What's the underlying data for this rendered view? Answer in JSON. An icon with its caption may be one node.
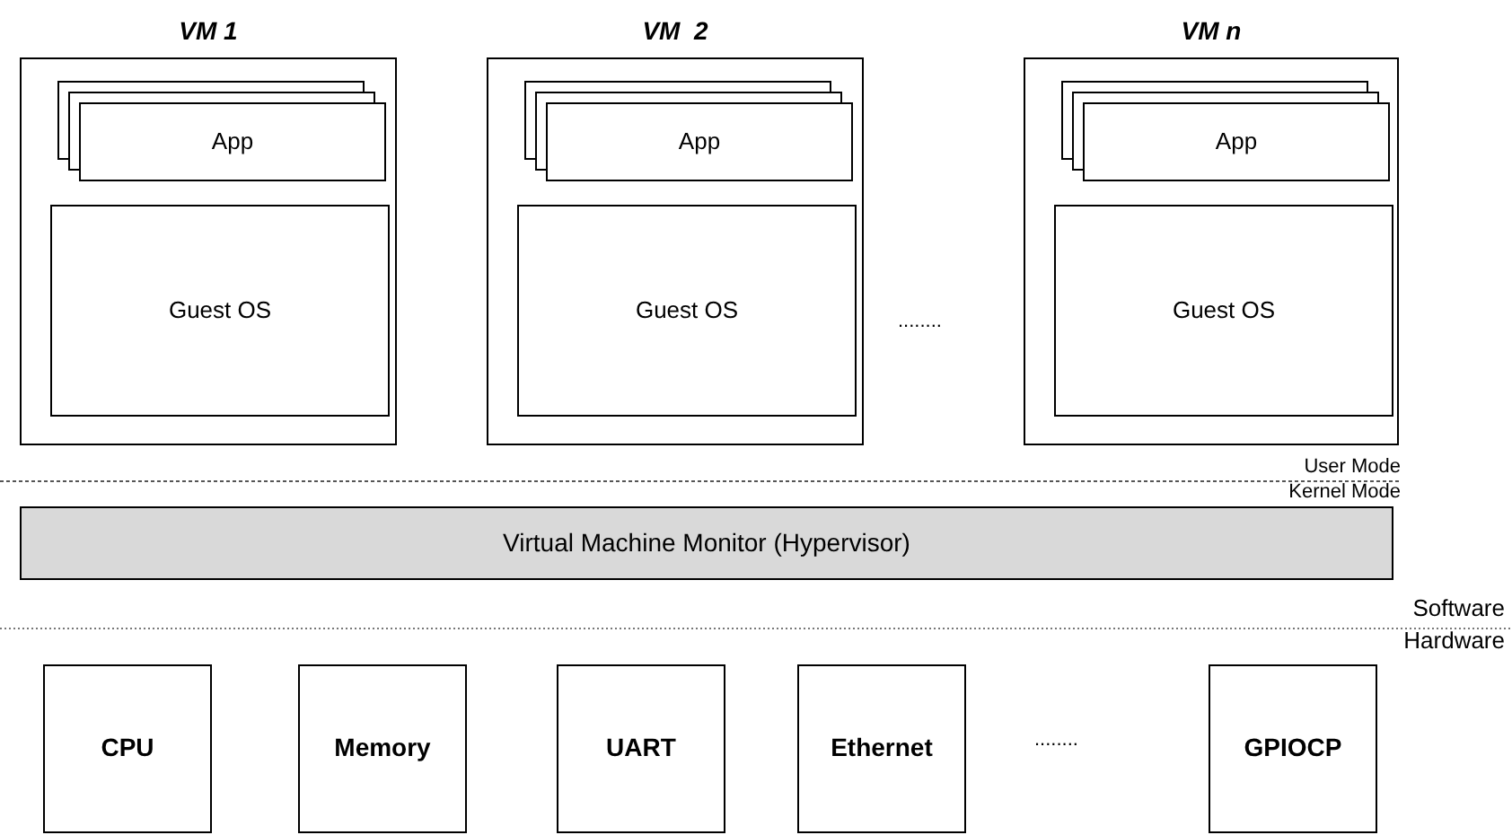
{
  "diagram": {
    "nodes": [
      {
        "text": [
          "VM 1"
        ]
      },
      {
        "text": [
          "App"
        ],
        "in": 0
      },
      {
        "text": [
          "Guest OS"
        ],
        "in": 0
      },
      {
        "text": [
          "VM  2"
        ]
      },
      {
        "text": [
          "App"
        ],
        "in": 3
      },
      {
        "text": [
          "Guest OS"
        ],
        "in": 3
      },
      {
        "text": [
          "VM n"
        ]
      },
      {
        "text": [
          "App"
        ],
        "in": 6
      },
      {
        "text": [
          "Guest OS"
        ],
        "in": 6
      },
      {
        "text": [
          "Virtual Machine Monitor (Hypervisor)"
        ]
      },
      {
        "text": [
          "CPU"
        ]
      },
      {
        "text": [
          "Memory"
        ]
      },
      {
        "text": [
          "UART"
        ]
      },
      {
        "text": [
          "Ethernet"
        ]
      },
      {
        "text": [
          "GPIOCP"
        ]
      }
    ],
    "edges": [],
    "labels": [
      "........",
      "User Mode",
      "Kernel Mode",
      "Software",
      "Hardware",
      "........"
    ]
  }
}
